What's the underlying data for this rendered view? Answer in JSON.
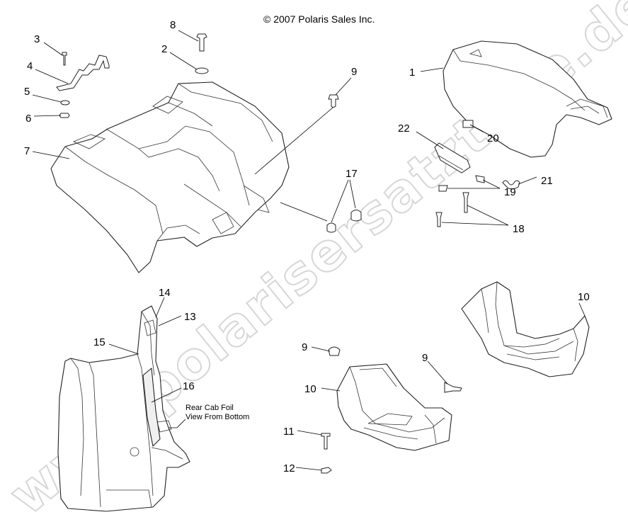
{
  "copyright": "© 2007 Polaris Sales Inc.",
  "watermark": "www.polarisersatzteile.de",
  "callouts": {
    "c1": "1",
    "c2": "2",
    "c3": "3",
    "c4": "4",
    "c5": "5",
    "c6": "6",
    "c7": "7",
    "c8": "8",
    "c9a": "9",
    "c9b": "9",
    "c9c": "9",
    "c10a": "10",
    "c10b": "10",
    "c11": "11",
    "c12": "12",
    "c13": "13",
    "c14": "14",
    "c15": "15",
    "c16": "16",
    "c17": "17",
    "c18": "18",
    "c19": "19",
    "c20": "20",
    "c21": "21",
    "c22": "22"
  },
  "captions": {
    "rear_cab_foil_line1": "Rear Cab Foil",
    "rear_cab_foil_line2": "View From Bottom"
  }
}
